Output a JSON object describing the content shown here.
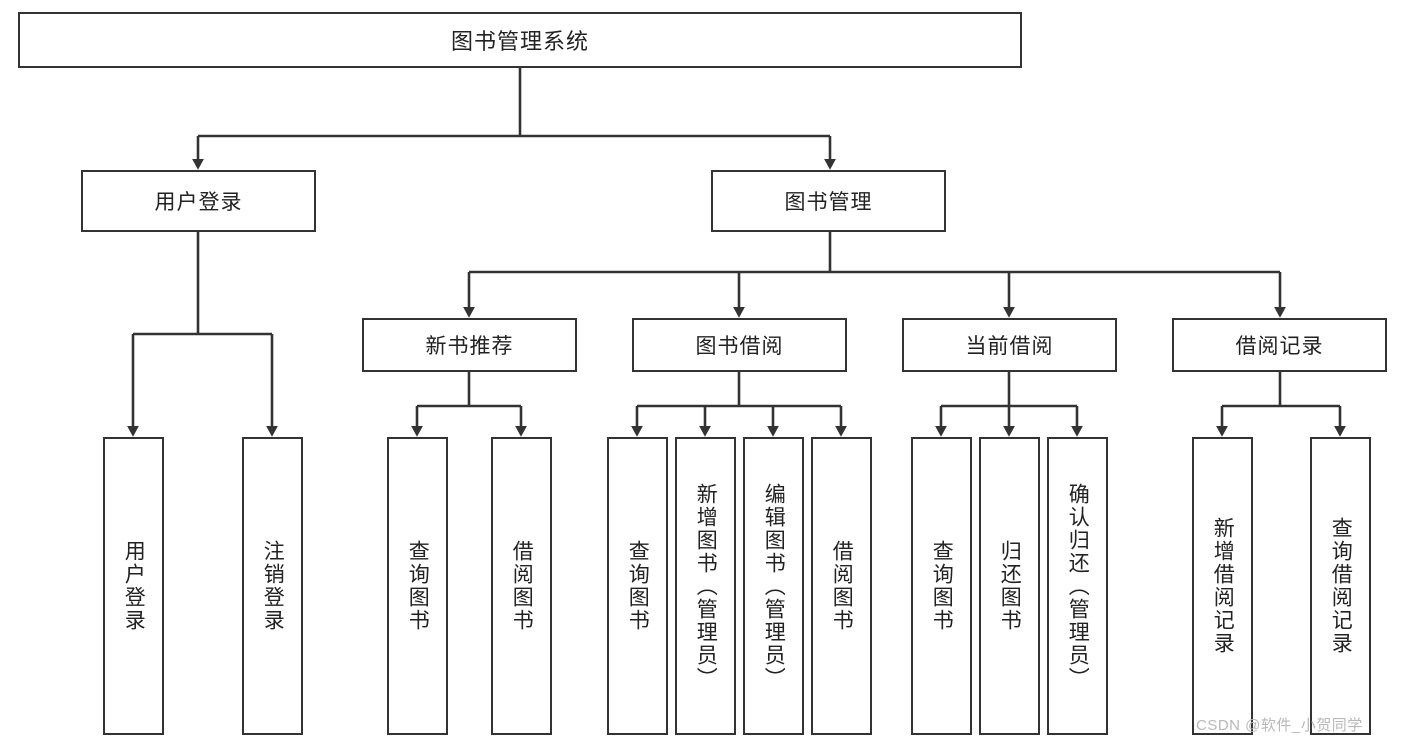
{
  "diagram": {
    "title": "图书管理系统",
    "type": "tree-hierarchy-diagram",
    "watermark": "CSDN @软件_小贺同学",
    "colors": {
      "box_border": "#333333",
      "box_fill": "#ffffff",
      "edge": "#333333",
      "text": "#222222",
      "watermark": "#b8b8b8",
      "background": "#ffffff"
    },
    "nodes": {
      "root": {
        "label": "图书管理系统",
        "level": 1
      },
      "user_login": {
        "label": "用户登录",
        "level": 2
      },
      "book_manage": {
        "label": "图书管理",
        "level": 2
      },
      "new_book_rec": {
        "label": "新书推荐",
        "level": 3
      },
      "book_borrow": {
        "label": "图书借阅",
        "level": 3
      },
      "current_borrow": {
        "label": "当前借阅",
        "level": 3
      },
      "borrow_record": {
        "label": "借阅记录",
        "level": 3
      },
      "leaf_user_login": {
        "label": "用户登录",
        "level": 4
      },
      "leaf_logout": {
        "label": "注销登录",
        "level": 4
      },
      "leaf_query_book_1": {
        "label": "查询图书",
        "level": 4
      },
      "leaf_borrow_book_1": {
        "label": "借阅图书",
        "level": 4
      },
      "leaf_query_book_2": {
        "label": "查询图书",
        "level": 4
      },
      "leaf_add_book": {
        "label": "新增图书（管理员）",
        "level": 4
      },
      "leaf_edit_book": {
        "label": "编辑图书（管理员）",
        "level": 4
      },
      "leaf_borrow_book_2": {
        "label": "借阅图书",
        "level": 4
      },
      "leaf_query_book_3": {
        "label": "查询图书",
        "level": 4
      },
      "leaf_return_book": {
        "label": "归还图书",
        "level": 4
      },
      "leaf_confirm_return": {
        "label": "确认归还（管理员）",
        "level": 4
      },
      "leaf_add_record": {
        "label": "新增借阅记录",
        "level": 4
      },
      "leaf_query_record": {
        "label": "查询借阅记录",
        "level": 4
      }
    },
    "edges": [
      {
        "from": "root",
        "to": "user_login"
      },
      {
        "from": "root",
        "to": "book_manage"
      },
      {
        "from": "book_manage",
        "to": "new_book_rec"
      },
      {
        "from": "book_manage",
        "to": "book_borrow"
      },
      {
        "from": "book_manage",
        "to": "current_borrow"
      },
      {
        "from": "book_manage",
        "to": "borrow_record"
      },
      {
        "from": "user_login",
        "to": "leaf_user_login"
      },
      {
        "from": "user_login",
        "to": "leaf_logout"
      },
      {
        "from": "new_book_rec",
        "to": "leaf_query_book_1"
      },
      {
        "from": "new_book_rec",
        "to": "leaf_borrow_book_1"
      },
      {
        "from": "book_borrow",
        "to": "leaf_query_book_2"
      },
      {
        "from": "book_borrow",
        "to": "leaf_add_book"
      },
      {
        "from": "book_borrow",
        "to": "leaf_edit_book"
      },
      {
        "from": "book_borrow",
        "to": "leaf_borrow_book_2"
      },
      {
        "from": "current_borrow",
        "to": "leaf_query_book_3"
      },
      {
        "from": "current_borrow",
        "to": "leaf_return_book"
      },
      {
        "from": "current_borrow",
        "to": "leaf_confirm_return"
      },
      {
        "from": "borrow_record",
        "to": "leaf_add_record"
      },
      {
        "from": "borrow_record",
        "to": "leaf_query_record"
      }
    ]
  }
}
